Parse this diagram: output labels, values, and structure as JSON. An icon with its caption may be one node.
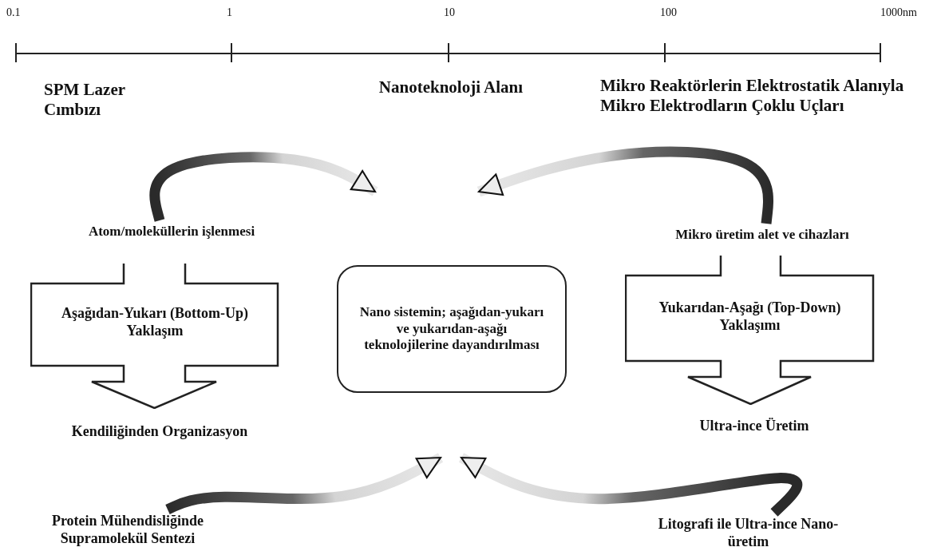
{
  "diagram": {
    "nodes": [
      {
        "text": [
          "SPM Lazer Cımbızı"
        ]
      },
      {
        "text": [
          "Nanoteknoloji Alanı"
        ]
      },
      {
        "text": [
          "Mikro Reaktörlerin Elektrostatik Alanıyla Mikro Elektrodların Çoklu Uçları"
        ]
      },
      {
        "text": [
          "Atom/moleküllerin işlenmesi"
        ]
      },
      {
        "text": [
          "Mikro üretim alet ve cihazları"
        ]
      },
      {
        "text": [
          "Aşağıdan-Yukarı (Bottom-Up) Yaklaşım"
        ]
      },
      {
        "text": [
          "Nano sistemin; aşağıdan-yukarı ve yukarıdan-aşağı teknolojilerine dayandırılması"
        ]
      },
      {
        "text": [
          "Yukarıdan-Aşağı (Top-Down) Yaklaşımı"
        ]
      },
      {
        "text": [
          "Kendiliğinden Organizasyon"
        ]
      },
      {
        "text": [
          "Ultra-ince Üretim"
        ]
      },
      {
        "text": [
          "Protein Mühendisliğinde Supramolekül Sentezi"
        ]
      },
      {
        "text": [
          "Litografi ile Ultra-ince Nano-üretim"
        ]
      }
    ],
    "edges": [
      {
        "from": 3,
        "to": null,
        "arrow": "to"
      },
      {
        "from": 4,
        "to": null,
        "arrow": "to"
      },
      {
        "from": 10,
        "to": null,
        "arrow": "to"
      },
      {
        "from": 11,
        "to": null,
        "arrow": "to"
      }
    ],
    "labels": [
      "0.1",
      "1",
      "10",
      "100",
      "1000nm"
    ]
  }
}
